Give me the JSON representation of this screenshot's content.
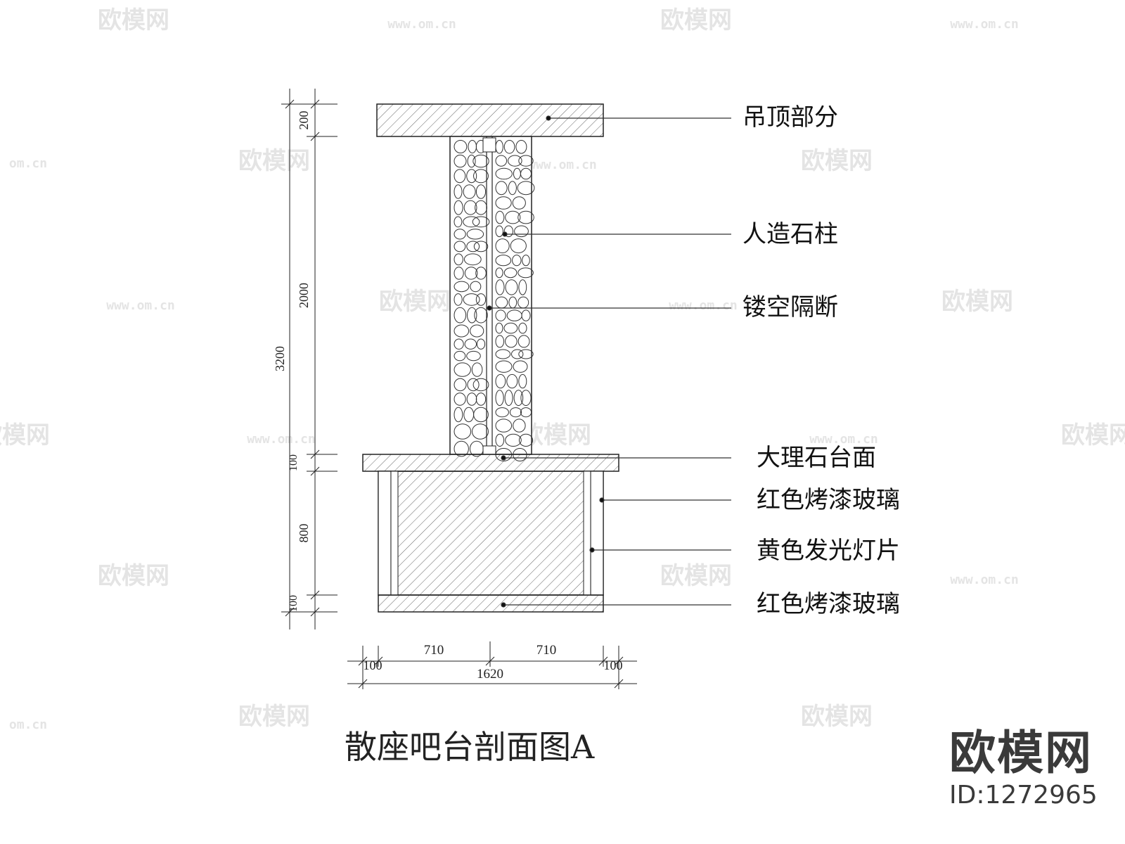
{
  "title": "散座吧台剖面图A",
  "labels": {
    "ceiling": "吊顶部分",
    "stone_column": "人造石柱",
    "openwork_partition": "镂空隔断",
    "marble_top": "大理石台面",
    "red_glass_side": "红色烤漆玻璃",
    "yellow_light": "黄色发光灯片",
    "red_glass_bottom": "红色烤漆玻璃"
  },
  "dimensions_vertical": {
    "ceiling": "200",
    "column": "2000",
    "total": "3200",
    "counter_top": "100",
    "cabinet": "800",
    "base": "100"
  },
  "dimensions_horizontal": {
    "left_edge": "100",
    "left_half": "710",
    "right_half": "710",
    "right_edge": "100",
    "total": "1620"
  },
  "watermark": {
    "logo": "欧模网",
    "url": "www.om.cn",
    "url_short": "om.cn"
  },
  "brand": {
    "name": "欧模网",
    "id": "ID:1272965"
  }
}
